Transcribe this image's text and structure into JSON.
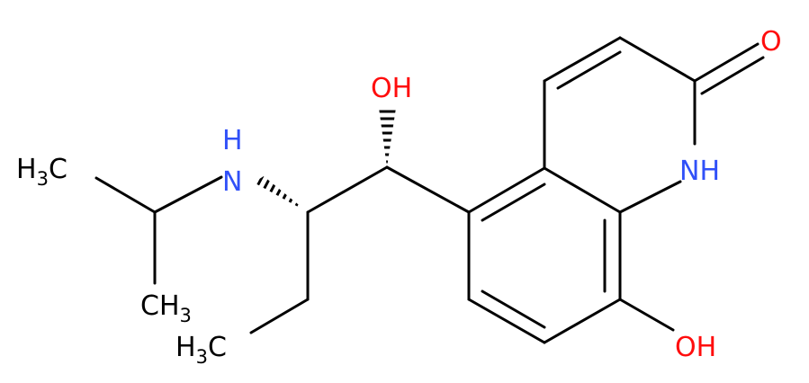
{
  "colors": {
    "bond": "#000000",
    "carbon_label": "#000000",
    "oxygen": "#ff0d0d",
    "nitrogen": "#3050f8"
  },
  "atoms": {
    "oh_top": "OH",
    "o_carbonyl": "O",
    "nh_ring": "NH",
    "nh_amine": "H",
    "n_amine": "N",
    "oh_bottom": "OH",
    "ch3_a": {
      "main": "H",
      "sub": "3",
      "end": "C"
    },
    "ch3_b": {
      "main": "CH",
      "sub": "3"
    },
    "ch3_c": {
      "main": "H",
      "sub": "3",
      "end": "C"
    }
  }
}
